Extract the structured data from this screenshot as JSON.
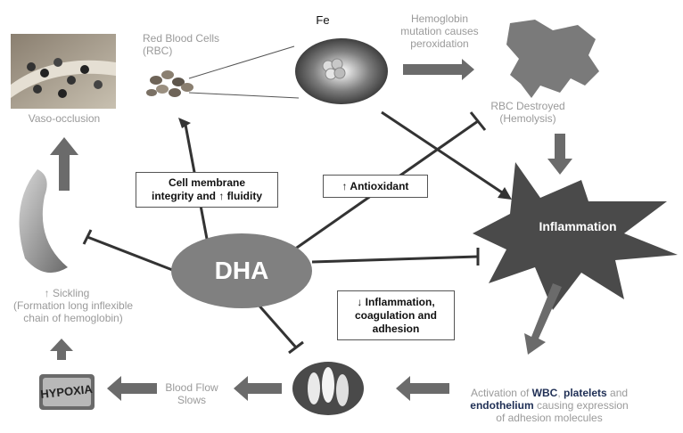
{
  "nodes": {
    "fe": "Fe",
    "rbc": "Red Blood Cells\n(RBC)",
    "hemoglobin": "Hemoglobin\nmutation causes\nperoxidation",
    "rbc_destroyed": "RBC Destroyed\n(Hemolysis)",
    "vaso": "Vaso-occlusion",
    "inflammation": "Inflammation",
    "dha": "DHA",
    "sickling_title": "↑ Sickling",
    "sickling_desc": "(Formation long inflexible\nchain of hemoglobin)",
    "hypoxia": "HYPOXIA",
    "blood_flow": "Blood Flow\nSlows",
    "activation_pre": "Activation of ",
    "activation_wbc": "WBC",
    "activation_comma": ", ",
    "activation_platelets": "platelets",
    "activation_and": " and",
    "activation_endo": "endothelium",
    "activation_post": " causing expression\nof adhesion molecules"
  },
  "boxes": {
    "cell_membrane": "Cell membrane\nintegrity and ↑ fluidity",
    "antioxidant": "↑ Antioxidant",
    "inflammation_down": "↓ Inflammation,\ncoagulation and\nadhesion"
  },
  "colors": {
    "arrow": "#6b6b6b",
    "dha": "#808080",
    "burst": "#4a4a4a",
    "accent_text": "#1f2f55"
  }
}
